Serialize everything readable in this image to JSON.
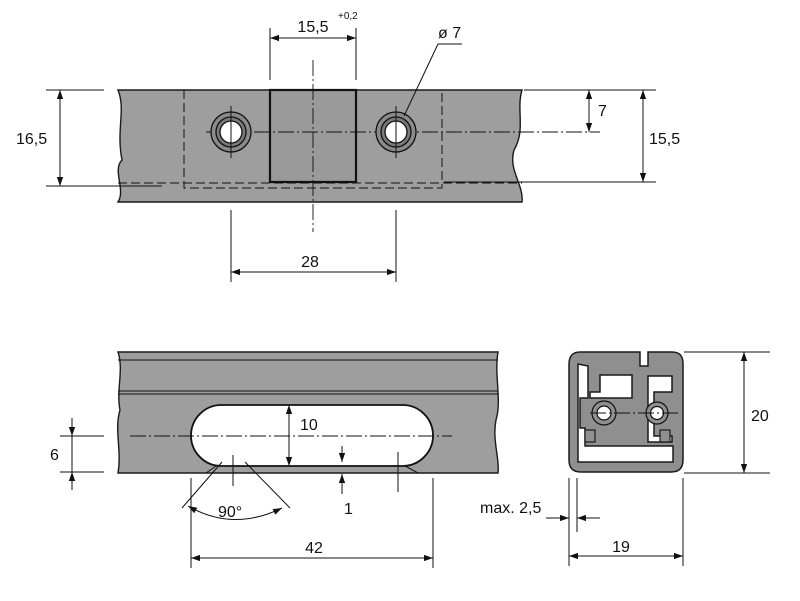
{
  "title": "",
  "colors": {
    "profile_fill": "#9e9e9e",
    "outline": "#1a1a1a",
    "background": "#ffffff"
  },
  "top_view": {
    "slot_width": "15,5",
    "slot_tolerance": "+0,2",
    "hole_diameter": "ø 7",
    "profile_height": "16,5",
    "hole_offset": "7",
    "body_height": "15,5",
    "hole_spacing": "28"
  },
  "side_view": {
    "slot_height": "10",
    "slot_offset": "6",
    "chamfer_angle": "90°",
    "recess_depth": "1",
    "slot_length": "42"
  },
  "section_view": {
    "profile_height": "20",
    "profile_width": "19",
    "wall_max": "max. 2,5"
  }
}
